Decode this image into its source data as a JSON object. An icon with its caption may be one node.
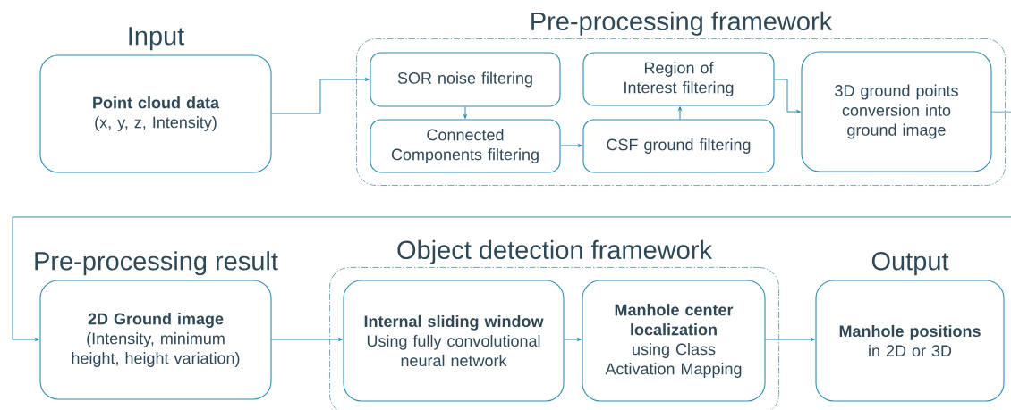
{
  "diagram": {
    "nodes": [
      {
        "text": [
          "Input",
          "Point cloud data",
          "(x, y, z, Intensity)"
        ]
      },
      {
        "text": [
          "Pre-processing framework"
        ]
      },
      {
        "text": [
          "SOR noise filtering"
        ],
        "in": 1
      },
      {
        "text": [
          "Region of Interest filtering"
        ],
        "in": 1
      },
      {
        "text": [
          "3D ground points conversion into ground image"
        ],
        "in": 1
      },
      {
        "text": [
          "Connected Components filtering"
        ],
        "in": 1
      },
      {
        "text": [
          "CSF ground filtering"
        ],
        "in": 1
      },
      {
        "text": [
          "Pre-processing result",
          "2D Ground image",
          "(Intensity, minimum height, height variation)"
        ]
      },
      {
        "text": [
          "Object detection framework"
        ]
      },
      {
        "text": [
          "Internal sliding window",
          "Using fully convolutional neural network"
        ],
        "in": 8
      },
      {
        "text": [
          "Manhole center localization",
          "using Class Activation Mapping"
        ],
        "in": 8
      },
      {
        "text": [
          "Output",
          "Manhole positions",
          "in 2D or 3D"
        ]
      }
    ],
    "edges": [
      {
        "from": 0,
        "to": 2,
        "arrow": "to"
      },
      {
        "from": 2,
        "to": 5,
        "arrow": "to"
      },
      {
        "from": 5,
        "to": 6,
        "arrow": "to"
      },
      {
        "from": 6,
        "to": 3,
        "arrow": "to"
      },
      {
        "from": 3,
        "to": 4,
        "arrow": "to"
      },
      {
        "from": 4,
        "to": 7,
        "arrow": "to"
      },
      {
        "from": 7,
        "to": 9,
        "arrow": "to"
      },
      {
        "from": 9,
        "to": 10,
        "arrow": "to"
      },
      {
        "from": 10,
        "to": 11,
        "arrow": "to"
      }
    ]
  }
}
